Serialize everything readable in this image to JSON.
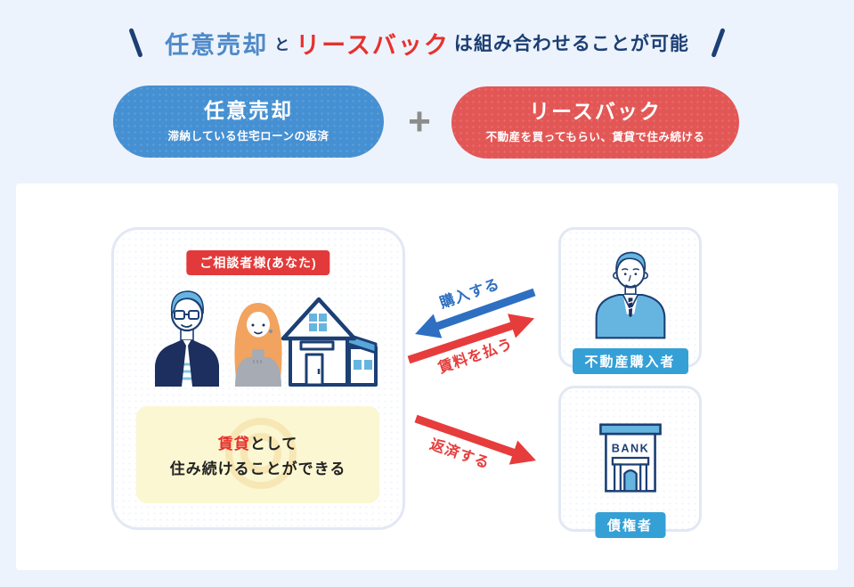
{
  "colors": {
    "bg": "#edf3fc",
    "panel": "#ffffff",
    "navy": "#1c3f74",
    "titleBlue": "#4e89c8",
    "red": "#e7312f",
    "pillBlue": "#4590d2",
    "pillRed": "#e25755",
    "labelRed": "#e23a3a",
    "skyBlue": "#35a0d6",
    "illoBlue": "#66b5e0",
    "roofBlue": "#57a8d9",
    "arrowBlue": "#2e6fc2",
    "arrowRed": "#e73c3c",
    "noteYellow": "#fbf7d2",
    "noteRing": "#f5dfa5",
    "plusGray": "#8c8c8c",
    "cardBorder": "#e2e8f4",
    "womanHair": "#f2a35f",
    "womanSweater": "#a6abb4",
    "cardigan": "#1c2f5e",
    "inkText": "#222222"
  },
  "title": {
    "part_blue": "任意売却",
    "and": "と",
    "part_red": "リースバック",
    "part_rest": "は組み合わせることが可能"
  },
  "pills": {
    "plus": "+",
    "blue": {
      "title": "任意売却",
      "subtitle": "滞納している住宅ローンの返済"
    },
    "red": {
      "title": "リースバック",
      "subtitle": "不動産を買ってもらい、賃貸で住み続ける"
    }
  },
  "diagram": {
    "consultant": {
      "label": "ご相談者様(あなた)",
      "note": {
        "highlight": "賃貸",
        "line1_rest": "として",
        "line2": "住み続けることができる"
      }
    },
    "buyer": {
      "label": "不動産購入者"
    },
    "creditor": {
      "label": "債権者",
      "bank_sign": "BANK"
    },
    "arrows": {
      "buy": "購入する",
      "rent": "賃料を払う",
      "repay": "返済する"
    }
  }
}
